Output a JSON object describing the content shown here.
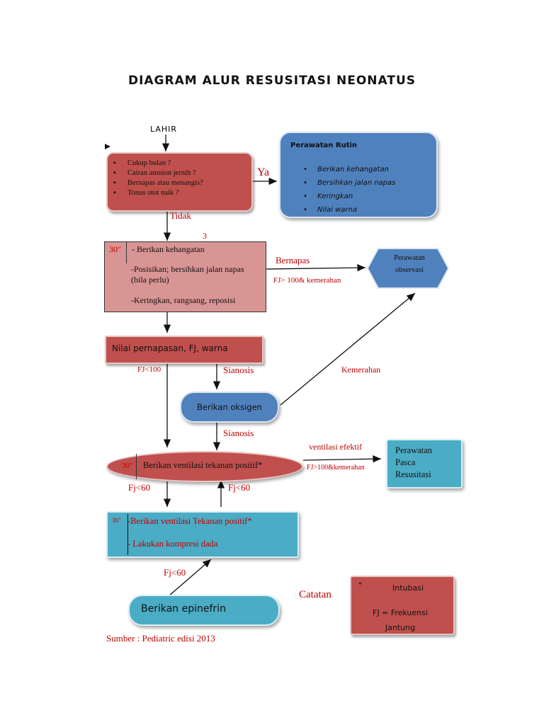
{
  "title": "DIAGRAM ALUR RESUSITASI NEONATUS",
  "start": "LAHIR",
  "assessment": [
    "Cukup bulan ?",
    "Cairan amnion jernih ?",
    "Bernapas atau menangis?",
    "Tonus otot naik ?"
  ],
  "yes_label": "Ya",
  "no_label": "Tidak",
  "routine": {
    "title": "Perawatan Rutin",
    "items": [
      "Berikan kehangatan",
      "Bersihkan jalan napas",
      "Keringkan",
      "Nilai warna"
    ]
  },
  "stray_mark": "3",
  "initial": {
    "time": "30\"",
    "steps": [
      "- Berikan kehangatan",
      "-Posisikan; bersihkan jalan napas (bila perlu)",
      "-Keringkan, rangsang, reposisi"
    ]
  },
  "breathing_label": "Bernapas",
  "breathing_sub": "FJ> 100& kemerahan",
  "observation": "Perawatan observasi",
  "evaluate": "Nilai pernapasan, FJ, warna",
  "fj_lt100": "FJ<100",
  "cyanosis_1": "Sianosis",
  "kemerahan": "Kemerahan",
  "oxygen": "Berikan oksigen",
  "cyanosis_2": "Sianosis",
  "ppv": {
    "time": "30\"",
    "text": "Berikan ventilasi tekanan positif*"
  },
  "effective_label": "ventilasi efektif",
  "effective_sub": "FJ>100&kemerahan",
  "post": "Perawatan Pasca Resusitasi",
  "fj_lt60_left": "Fj<60",
  "fj_lt60_right": "Fj<60",
  "compress": {
    "time": "30\"",
    "steps": [
      "-Berikan ventilasi  Tekanan positif*",
      "- Lakukan kompresi dada"
    ]
  },
  "fj_lt60_bottom": "Fj<60",
  "epinephrine": "Berikan epinefrin",
  "notes_label": "Catatan",
  "notes": {
    "star": "*",
    "intubation": "Intubasi",
    "fj_def": "FJ = Frekuensi Jantung"
  },
  "source": "Sumber : Pediatric edisi 2013"
}
